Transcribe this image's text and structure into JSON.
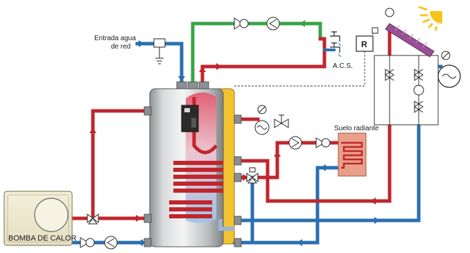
{
  "labels": {
    "water_inlet_line1": "Entrada agua",
    "water_inlet_line2": "de red",
    "dhw": "A.C.S.",
    "controller": "R",
    "floor_heating": "Suelo radiante",
    "heat_pump": "BOMBA DE CALOR"
  },
  "colors": {
    "hot_pipe": "#c0262d",
    "cold_pipe": "#2a6fb0",
    "solar_loop": "#3aa447",
    "tank_insulation": "#f2c230",
    "sun": "#f7c51a",
    "solar_panel": "#9a4f95",
    "radiant_floor": "#e9a08a"
  }
}
